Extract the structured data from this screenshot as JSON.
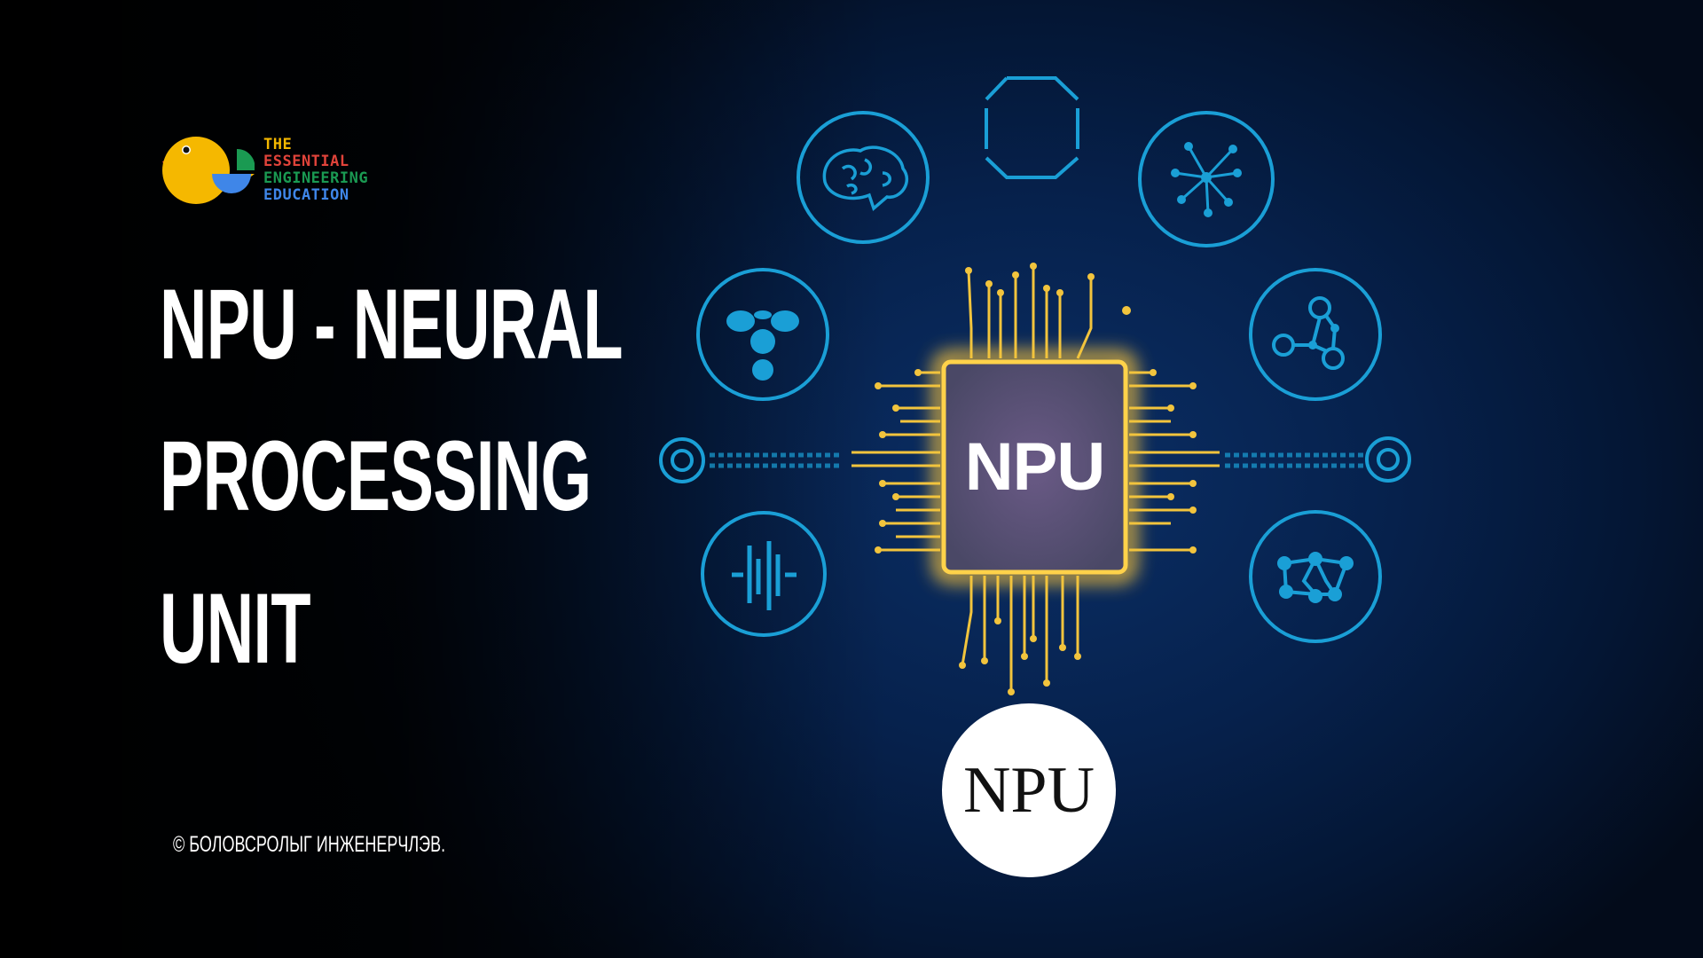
{
  "logo": {
    "lines": [
      "THE",
      "ESSENTIAL",
      "ENGINEERING",
      "EDUCATION"
    ],
    "colors": [
      "#f5b800",
      "#e0433a",
      "#1a9a52",
      "#3f86e8"
    ]
  },
  "title": {
    "lines": [
      "NPU - NEURAL",
      "PROCESSING",
      "UNIT"
    ]
  },
  "copyright": "© БОЛОВСРОЛЫГ ИНЖЕНЕРЧЛЭВ.",
  "chip": {
    "label": "NPU",
    "glow_color": "#ffc83a"
  },
  "badge": {
    "label": "NPU"
  },
  "icons": [
    "brain-icon",
    "octagon-icon",
    "neural-spiral-icon",
    "leaf-dots-icon",
    "graph-nodes-icon",
    "signal-waves-icon",
    "network-icon",
    "target-left-icon",
    "target-right-icon"
  ],
  "accent": "#1a9fd6"
}
